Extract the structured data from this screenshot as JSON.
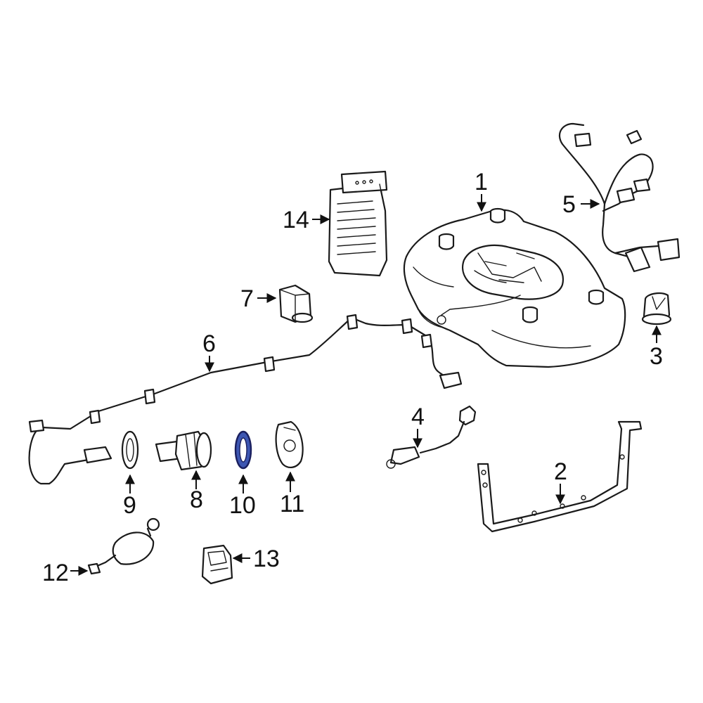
{
  "diagram": {
    "callouts": [
      "1",
      "2",
      "3",
      "4",
      "5",
      "6",
      "7",
      "8",
      "9",
      "10",
      "11",
      "12",
      "13",
      "14"
    ],
    "highlight_part": "10",
    "colors": {
      "line": "#1a1a1a",
      "background": "#ffffff",
      "highlight_fill": "#3d56b2",
      "highlight_stroke": "#1a1f5e"
    }
  }
}
